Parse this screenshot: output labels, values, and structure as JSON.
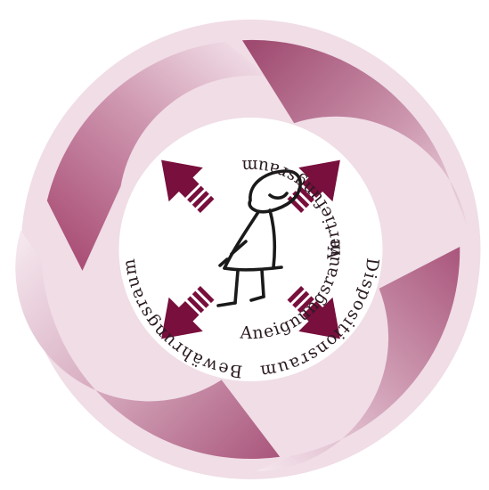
{
  "diagram": {
    "segments": [
      {
        "id": "dispositionsraum",
        "label": "Dispositionsraum"
      },
      {
        "id": "bewaehrungsraum",
        "label": "Bewährungsraum"
      },
      {
        "id": "vertiefungsraum",
        "label": "Vertiefungsraum"
      },
      {
        "id": "aneignungsraum",
        "label": "Aneignungsraum"
      }
    ],
    "center_figure": "stick-figure-icon",
    "arrows": [
      "arrow-up-left",
      "arrow-up-right",
      "arrow-down-right",
      "arrow-down-left"
    ],
    "colors": {
      "ring_dark": "#9e4a6e",
      "ring_light": "#f3e2ea",
      "arrow": "#780f3c",
      "center": "#ffffff"
    }
  }
}
